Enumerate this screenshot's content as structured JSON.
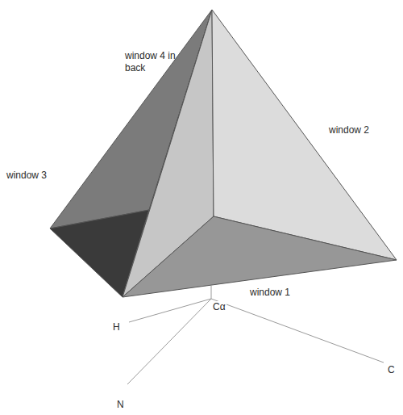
{
  "diagram": {
    "labels": [
      "window 4 in back",
      "window 3",
      "window 2",
      "window 1",
      "H",
      "Cα",
      "C",
      "N"
    ]
  }
}
